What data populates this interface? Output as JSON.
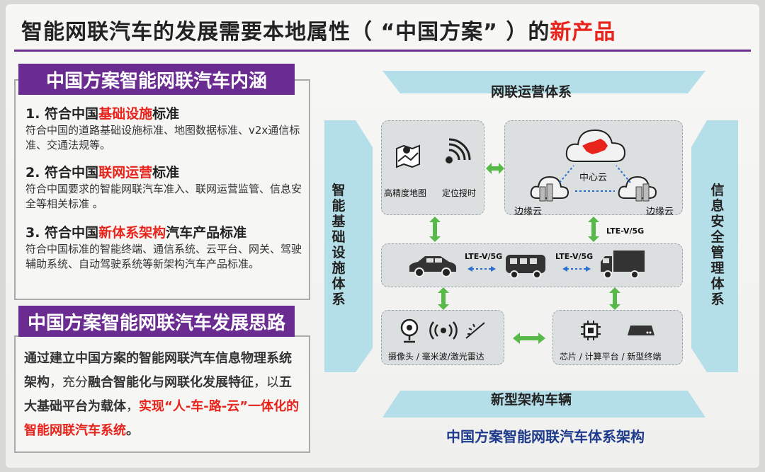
{
  "title": {
    "main": "智能网联汽车的发展需要本地属性（ “中国方案” ）的",
    "highlight": "新产品"
  },
  "connotation": {
    "heading": "中国方案智能网联汽车内涵",
    "items": [
      {
        "prefix": "1. 符合中国",
        "highlight": "基础设施",
        "suffix": "标准",
        "desc": "符合中国的道路基础设施标准、地图数据标准、v2x通信标准、交通法规等。"
      },
      {
        "prefix": "2. 符合中国",
        "highlight": "联网运营",
        "suffix": "标准",
        "desc": "符合中国要求的智能网联汽车准入、联网运营监管、信息安全等相关标准 。"
      },
      {
        "prefix": "3. 符合中国",
        "highlight": "新体系架构",
        "suffix": "汽车产品标准",
        "desc": "符合中国标准的智能终端、通信系统、云平台、网关、驾驶辅助系统、自动驾驶系统等新架构汽车产品标准。"
      }
    ]
  },
  "approach": {
    "heading": "中国方案智能网联汽车发展思路",
    "p1": "通过建立",
    "p2": "中国方案的智能网联汽车信息物理系统架构",
    "p3": "，充分",
    "p4": "融合智能化与网联化发展特征",
    "p5": "，以",
    "p6": "五大基础平台为载体",
    "p7": "，",
    "p8": "实现“人-车-路-云”一体化的智能网联汽车系统",
    "p9": "。"
  },
  "diagram": {
    "top_band": "网联运营体系",
    "bottom_band": "新型架构车辆",
    "left_band": "智能基础设施体系",
    "right_band": "信息安全管理体系",
    "map_label": "高精度地图",
    "positioning_label": "定位授时",
    "center_cloud": "中心云",
    "edge_cloud_left": "边缘云",
    "edge_cloud_right": "边缘云",
    "lte_1": "LTE-V/5G",
    "lte_2": "LTE-V/5G",
    "lte_3": "LTE-V/5G",
    "sensors_label": "摄像头 / 毫米波/激光雷达",
    "compute_label": "芯片 / 计算平台 / 新型终端",
    "caption": "中国方案智能网联汽车体系架构"
  },
  "colors": {
    "purple": "#6b2c91",
    "red": "#e8231b",
    "cyan": "#b5dfe8",
    "green": "#57b947",
    "blue_caption": "#1f3b8c"
  }
}
